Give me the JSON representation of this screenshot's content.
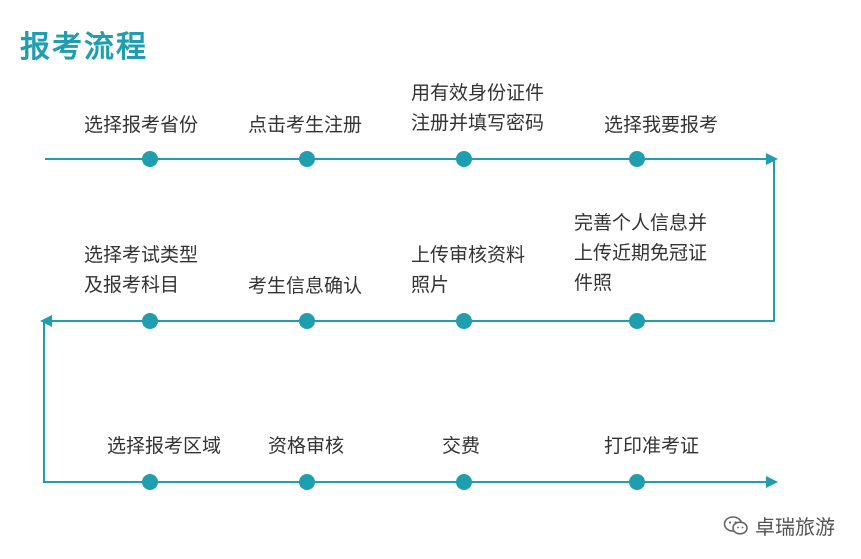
{
  "title": "报考流程",
  "accent_color": "#1e9eae",
  "rows": [
    {
      "direction": "right",
      "steps": [
        {
          "lines": [
            "选择报考省份"
          ]
        },
        {
          "lines": [
            "点击考生注册"
          ]
        },
        {
          "lines": [
            "用有效身份证件",
            "注册并填写密码"
          ]
        },
        {
          "lines": [
            "选择我要报考"
          ]
        }
      ]
    },
    {
      "direction": "left",
      "steps": [
        {
          "lines": [
            "选择考试类型",
            "及报考科目"
          ]
        },
        {
          "lines": [
            "考生信息确认"
          ]
        },
        {
          "lines": [
            "上传审核资料",
            "照片"
          ]
        },
        {
          "lines": [
            "完善个人信息并",
            "上传近期免冠证",
            "件照"
          ]
        }
      ]
    },
    {
      "direction": "right",
      "steps": [
        {
          "lines": [
            "选择报考区域"
          ]
        },
        {
          "lines": [
            "资格审核"
          ]
        },
        {
          "lines": [
            "交费"
          ]
        },
        {
          "lines": [
            "打印准考证"
          ]
        }
      ]
    }
  ],
  "watermark": {
    "text": "卓瑞旅游",
    "icon": "wechat-icon"
  }
}
